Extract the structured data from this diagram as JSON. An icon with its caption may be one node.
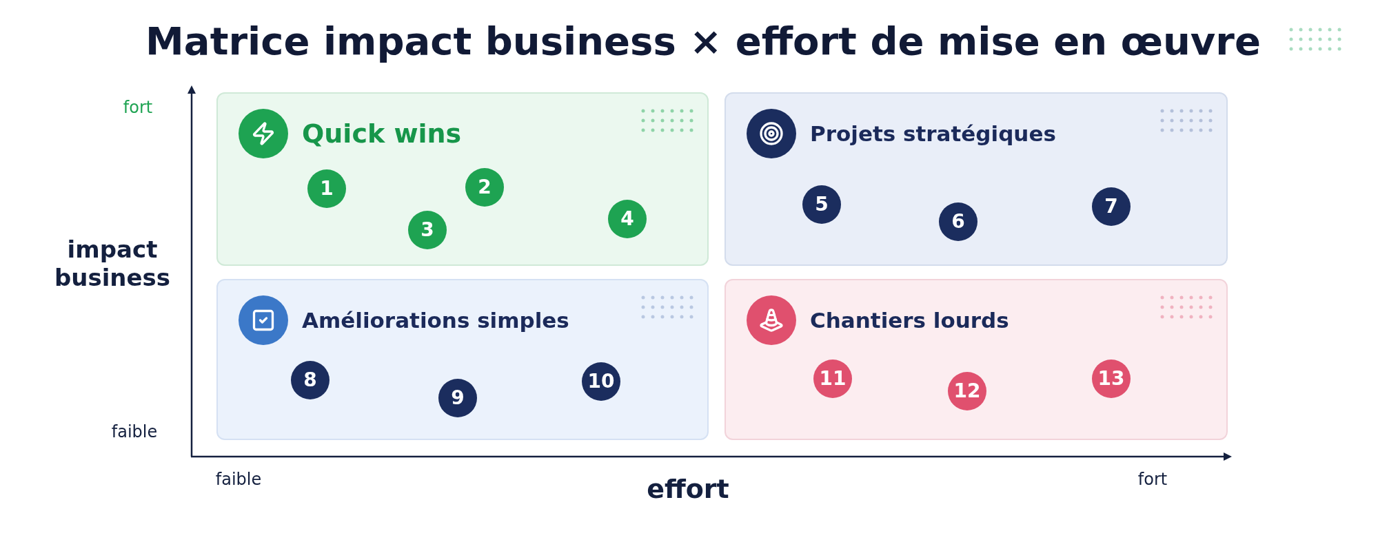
{
  "diagram": {
    "title": "Matrice impact business × effort de mise en œuvre",
    "nodes": [
      {
        "text": [
          "Quick wins"
        ]
      },
      {
        "text": [
          "1"
        ],
        "in": 0
      },
      {
        "text": [
          "2"
        ],
        "in": 0
      },
      {
        "text": [
          "3"
        ],
        "in": 0
      },
      {
        "text": [
          "4"
        ],
        "in": 0
      },
      {
        "text": [
          "Projets stratégiques"
        ]
      },
      {
        "text": [
          "5"
        ],
        "in": 5
      },
      {
        "text": [
          "6"
        ],
        "in": 5
      },
      {
        "text": [
          "7"
        ],
        "in": 5
      },
      {
        "text": [
          "Améliorations simples"
        ]
      },
      {
        "text": [
          "8"
        ],
        "in": 9
      },
      {
        "text": [
          "9"
        ],
        "in": 9
      },
      {
        "text": [
          "10"
        ],
        "in": 9
      },
      {
        "text": [
          "Chantiers lourds"
        ]
      },
      {
        "text": [
          "11"
        ],
        "in": 13
      },
      {
        "text": [
          "12"
        ],
        "in": 13
      },
      {
        "text": [
          "13"
        ],
        "in": 13
      }
    ],
    "labels": [
      "fort",
      "impact business",
      "faible",
      "faible",
      "effort",
      "fort"
    ]
  }
}
